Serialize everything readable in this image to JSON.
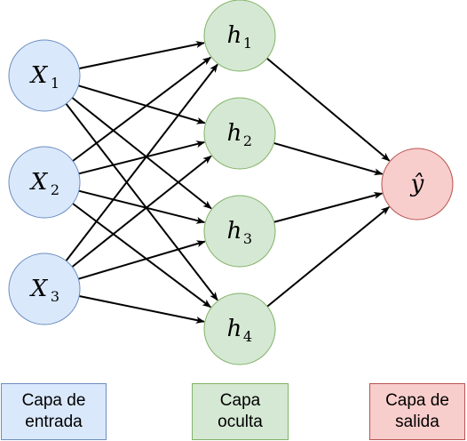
{
  "nodes": {
    "input": [
      {
        "main": "X",
        "sub": "1"
      },
      {
        "main": "X",
        "sub": "2"
      },
      {
        "main": "X",
        "sub": "3"
      }
    ],
    "hidden": [
      {
        "main": "h",
        "sub": "1"
      },
      {
        "main": "h",
        "sub": "2"
      },
      {
        "main": "h",
        "sub": "3"
      },
      {
        "main": "h",
        "sub": "4"
      }
    ],
    "output": [
      {
        "main": "ŷ",
        "sub": ""
      }
    ]
  },
  "legend": {
    "input": "Capa de\nentrada",
    "hidden": "Capa\noculta",
    "output": "Capa de\nsalida"
  },
  "colors": {
    "input_fill": "#dae8fc",
    "input_stroke": "#6c8ebf",
    "hidden_fill": "#d5e8d4",
    "hidden_stroke": "#82b366",
    "output_fill": "#f8cecc",
    "output_stroke": "#b85450"
  }
}
